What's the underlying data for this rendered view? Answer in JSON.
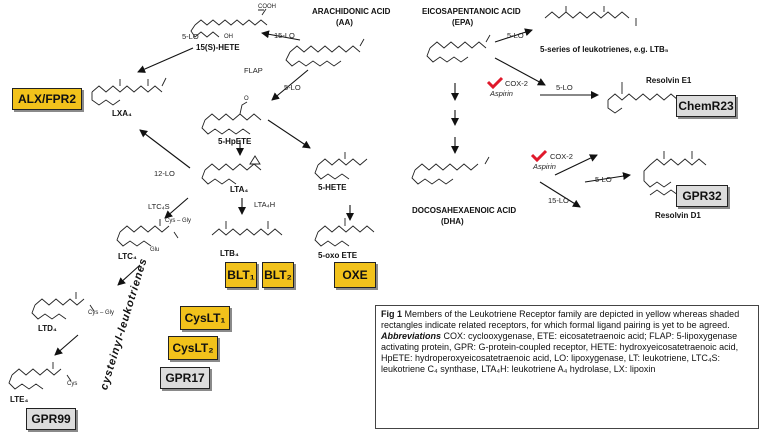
{
  "molecules": {
    "aa": "ARACHIDONIC ACID",
    "aa_abbr": "(AA)",
    "epa": "EICOSAPENTANOIC ACID",
    "epa_abbr": "(EPA)",
    "dha": "DOCOSAHEXAENOIC ACID",
    "dha_abbr": "(DHA)",
    "hete15": "15(S)-HETE",
    "lxa4": "LXA₄",
    "hpete5": "5-HpETE",
    "lta4": "LTA₄",
    "ltb4": "LTB₄",
    "ltc4": "LTC₄",
    "ltd4": "LTD₄",
    "lte4": "LTE₄",
    "hete5": "5-HETE",
    "oxoete": "5-oxo ETE",
    "ltb5": "5-series of leukotrienes, e.g. LTB₅",
    "resolvin_e1": "Resolvin E1",
    "resolvin_d1": "Resolvin D1"
  },
  "enzymes": {
    "lo5_a": "5-LO",
    "lo15_a": "15-LO",
    "flap": "FLAP",
    "lo5_b": "5-LO",
    "lo12": "12-LO",
    "ltc4s": "LTC₄S",
    "lta4h": "LTA₄H",
    "lo5_epa": "5-LO",
    "cox2_a": "COX-2",
    "aspirin_a": "Aspirin",
    "lo5_res": "5-LO",
    "cox2_b": "COX-2",
    "aspirin_b": "Aspirin",
    "lo5_dha": "5-LO",
    "lo15_dha": "15-LO"
  },
  "fragments": {
    "oh": "OH",
    "cooh": "COOH",
    "o": "O",
    "cys_gly": "Cys – Gly",
    "glu": "Glu",
    "cys_gly2": "Cys – Gly",
    "cys": "Cys"
  },
  "receptors": {
    "alx": "ALX/FPR2",
    "chemr23": "ChemR23",
    "gpr32": "GPR32",
    "blt1": "BLT₁",
    "blt2": "BLT₂",
    "oxe": "OXE",
    "cyslt1": "CysLT₁",
    "cyslt2": "CysLT₂",
    "gpr17": "GPR17",
    "gpr99": "GPR99"
  },
  "vertical_label": "cysteinyl-leukotrienes",
  "caption": {
    "fig": "Fig 1",
    "text": " Members of the Leukotriene Receptor family are depicted in yellow whereas shaded rectangles indicate related receptors, for which formal ligand pairing is yet to be agreed.",
    "abbr_title": "Abbreviations",
    "abbr_text": " COX: cyclooxygenase, ETE: eicosatetraenoic acid; FLAP: 5-lipoxygenase activating protein, GPR: G-protein-coupled receptor, HETE: hydroxyeicosatetraenoic acid, HpETE: hydroperoxyeicosatetraenoic acid, LO: lipoxygenase, LT: leukotriene, LTC₄S: leukotriene C₄ synthase, LTA₄H: leukotriene A₄ hydrolase, LX: lipoxin"
  },
  "colors": {
    "leukotriene_receptor": "#f2c21b",
    "related_receptor": "#dcdcdc",
    "aspirin_mark": "#e0192b"
  }
}
